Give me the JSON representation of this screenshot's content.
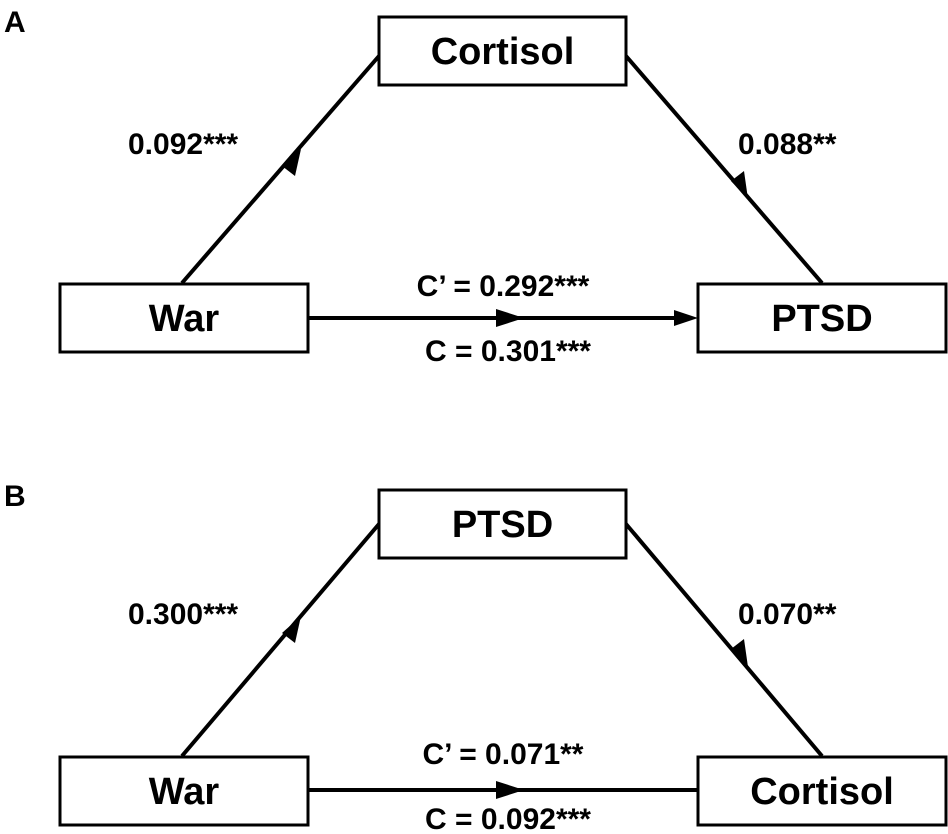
{
  "panels": [
    {
      "letter": "A",
      "nodes": {
        "top": "Cortisol",
        "left": "War",
        "right": "PTSD"
      },
      "paths": {
        "a": "0.092***",
        "b": "0.088**",
        "direct": "C’ = 0.292***",
        "total": "C = 0.301***"
      }
    },
    {
      "letter": "B",
      "nodes": {
        "top": "PTSD",
        "left": "War",
        "right": "Cortisol"
      },
      "paths": {
        "a": "0.300***",
        "b": "0.070**",
        "direct": "C’ = 0.071**",
        "total": "C = 0.092***"
      }
    }
  ]
}
